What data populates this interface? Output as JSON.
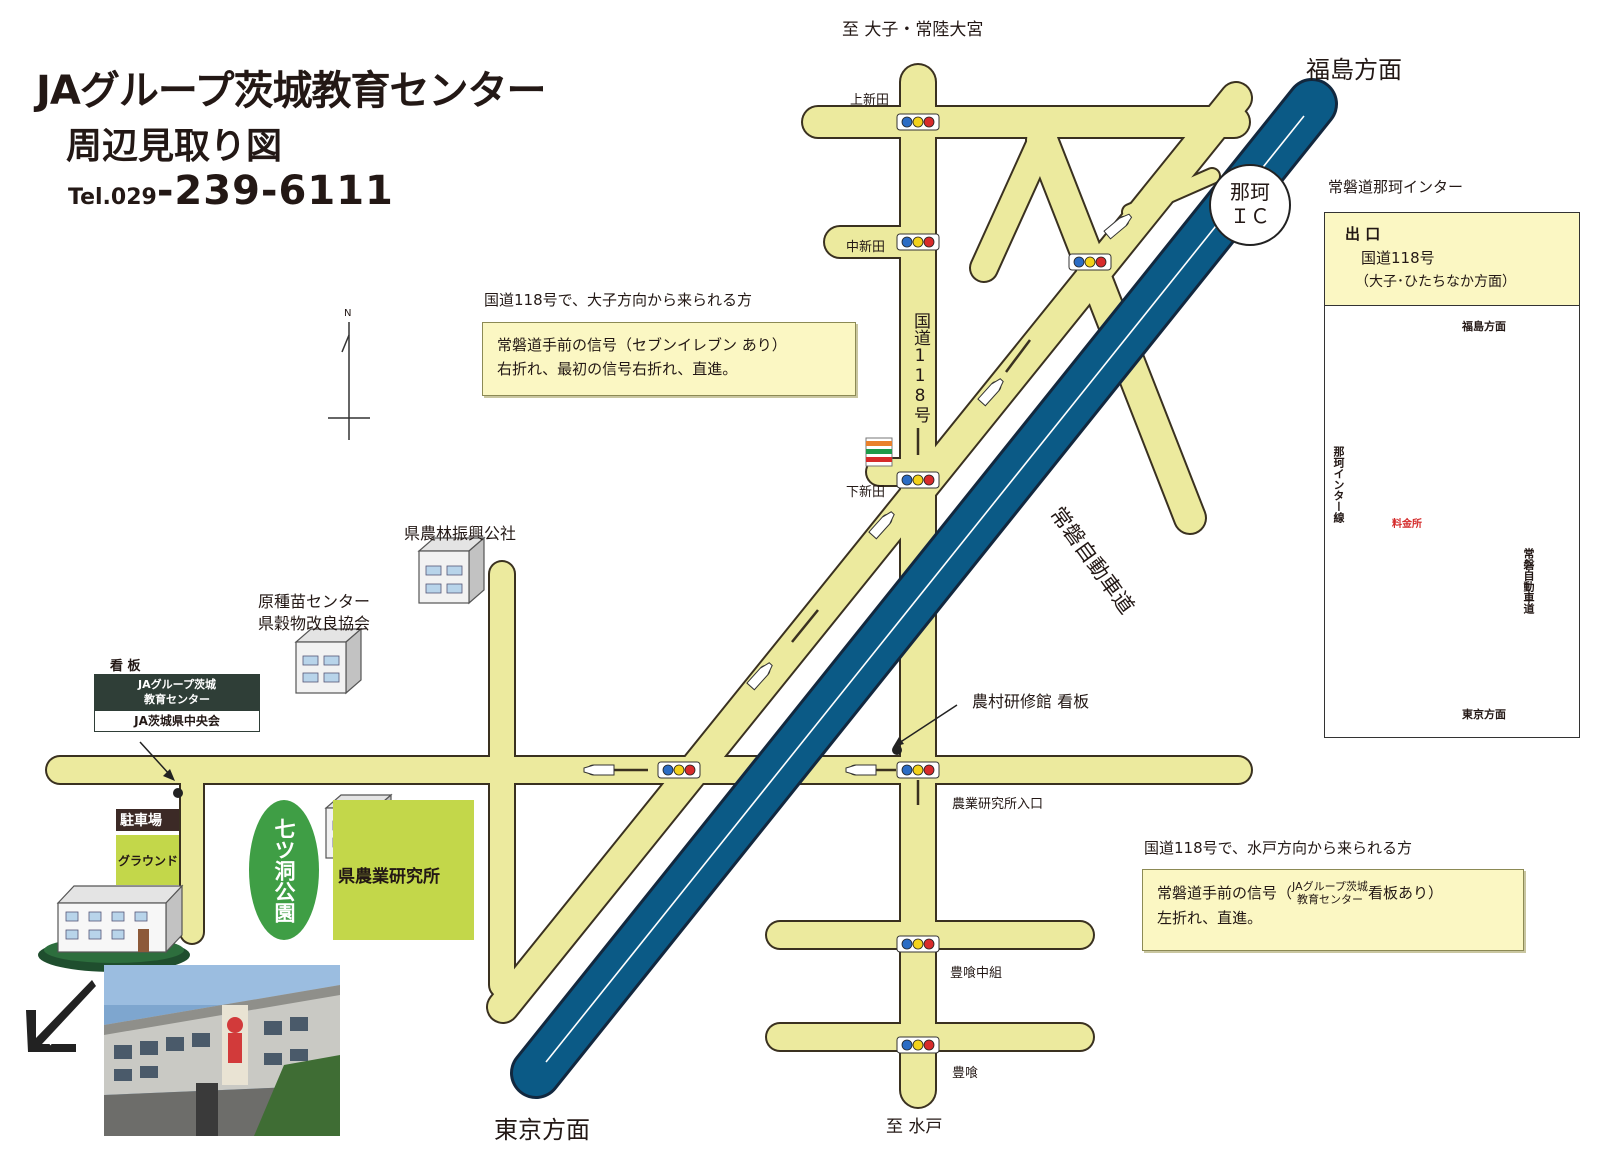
{
  "header": {
    "title": "JAグループ茨城教育センター",
    "subtitle": "周辺見取り図",
    "tel_prefix": "Tel.029",
    "tel_number": "-239-6111"
  },
  "directions": {
    "north_top": "至 大子・常陸大宮",
    "south_bottom": "至 水戸",
    "fukushima": "福島方面",
    "tokyo": "東京方面"
  },
  "intersections": {
    "kami_shinden": "上新田",
    "naka_shinden": "中新田",
    "shimo_shinden": "下新田",
    "nogyo_entrance": "農業研究所入口",
    "toyohami_nakagumi": "豊喰中組",
    "toyohami": "豊喰"
  },
  "roads": {
    "route118": "国道118号",
    "expressway": "常磐自動車道",
    "interchange": "那珂IC",
    "interchange_line1": "那珂",
    "interchange_line2": "ＩＣ"
  },
  "landmarks": {
    "forestry": "県農林振興公社",
    "seed_center_1": "原種苗センター",
    "seed_center_2": "県穀物改良協会",
    "signboard": "看 板",
    "sign_top_1": "JAグループ茨城",
    "sign_top_2": "教育センター",
    "sign_bottom": "JA茨城県中央会",
    "parking": "駐車場",
    "ground": "グラウンド",
    "park": "七ツ洞公園",
    "research": "県農業研究所",
    "kenshukan": "農村研修館 看板",
    "compass_n": "N"
  },
  "notes": {
    "from_daigo_title": "国道118号で、大子方向から来られる方",
    "from_daigo_line1": "常磐道手前の信号（セブンイレブン あり）",
    "from_daigo_line2": "右折れ、最初の信号右折れ、直進。",
    "from_mito_title": "国道118号で、水戸方向から来られる方",
    "from_mito_line1a": "常磐道手前の信号（",
    "from_mito_small1": "JAグループ茨城",
    "from_mito_small2": "教育センター",
    "from_mito_line1b": "看板あり）",
    "from_mito_line2": "左折れ、直進。"
  },
  "inset": {
    "caption": "常磐道那珂インター",
    "exit": "出 口",
    "route": "国道118号",
    "route_sub": "（大子･ひたちなか方面）",
    "fukushima": "福島方面",
    "tokyo": "東京方面",
    "toll": "料金所",
    "naka_line": "那珂インター線",
    "expressway": "常磐自動車道"
  },
  "colors": {
    "road_fill": "#ecea9e",
    "road_edge": "#3a3120",
    "expressway": "#0b5a86",
    "field": "#c3d74a",
    "park": "#3f9e45",
    "note_bg": "#fbf7c3"
  }
}
